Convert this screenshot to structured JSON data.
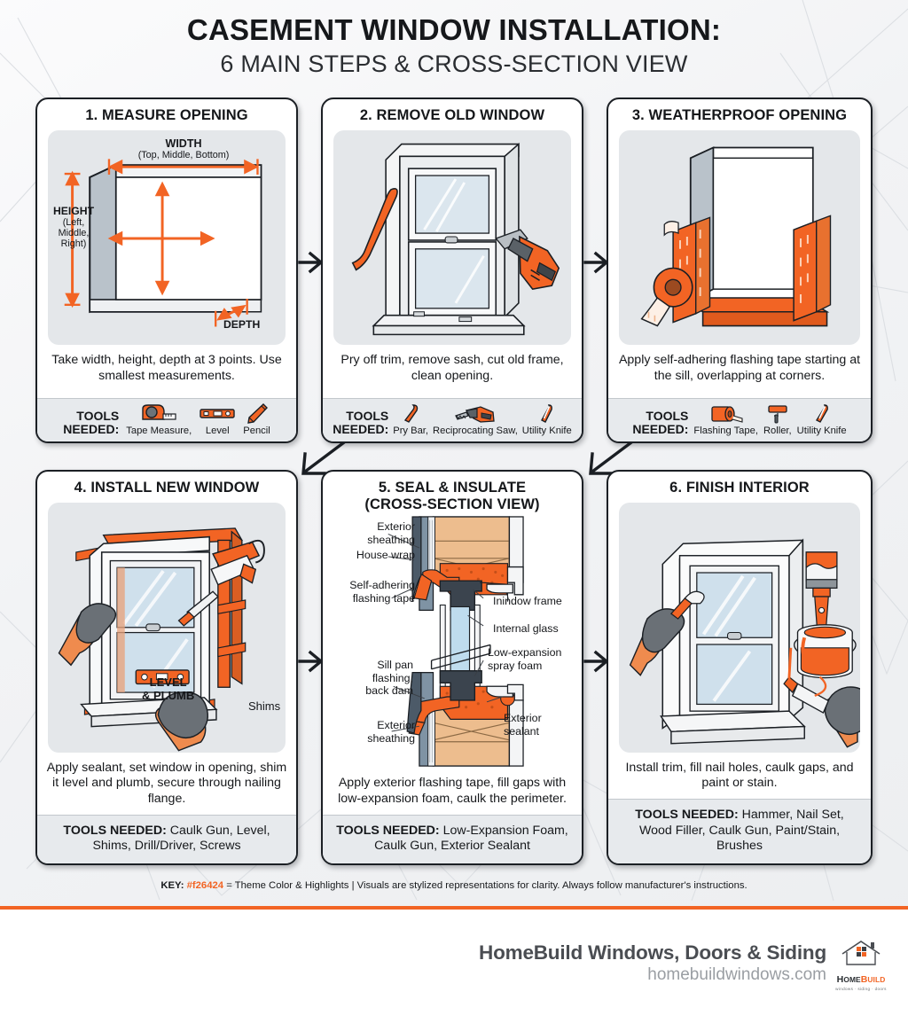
{
  "header": {
    "title": "CASEMENT WINDOW INSTALLATION:",
    "subtitle": "6 MAIN STEPS & CROSS-SECTION VIEW"
  },
  "theme": {
    "accent": "#f26424",
    "ink": "#15171a",
    "panel_bg": "#ffffff",
    "art_bg": "#e4e7ea",
    "tools_bg": "#e7eaed"
  },
  "tools_label": "TOOLS\nNEEDED:",
  "tools_inline_label": "TOOLS NEEDED:",
  "panels": [
    {
      "title": "1. MEASURE OPENING",
      "caption": "Take width, height, depth at 3 points. Use smallest measurements.",
      "tools": [
        {
          "name": "Tape Measure,",
          "icon": "tape-measure-icon"
        },
        {
          "name": "Level",
          "icon": "level-icon"
        },
        {
          "name": "Pencil",
          "icon": "pencil-icon"
        }
      ],
      "art_labels": {
        "width": "WIDTH",
        "width_sub": "(Top, Middle, Bottom)",
        "height": "HEIGHT",
        "height_sub": "(Left,\nMiddle,\nRight)",
        "depth": "DEPTH"
      }
    },
    {
      "title": "2. REMOVE OLD WINDOW",
      "caption": "Pry off trim, remove sash, cut old frame, clean opening.",
      "tools": [
        {
          "name": "Pry Bar,",
          "icon": "pry-bar-icon"
        },
        {
          "name": "Reciprocating Saw,",
          "icon": "reciprocating-saw-icon"
        },
        {
          "name": "Utility Knife",
          "icon": "utility-knife-icon"
        }
      ]
    },
    {
      "title": "3. WEATHERPROOF OPENING",
      "caption": "Apply self-adhering flashing tape starting at the sill, overlapping at corners.",
      "tools": [
        {
          "name": "Flashing Tape,",
          "icon": "flashing-tape-icon"
        },
        {
          "name": "Roller,",
          "icon": "roller-icon"
        },
        {
          "name": "Utility Knife",
          "icon": "utility-knife-icon"
        }
      ]
    },
    {
      "title": "4. INSTALL NEW WINDOW",
      "caption": "Apply sealant, set window in opening, shim it level and plumb, secure through nailing flange.",
      "tools_text": "Caulk Gun, Level, Shims, Drill/Driver, Screws",
      "art_labels": {
        "level_plumb": "LEVEL\n& PLUMB",
        "shims": "Shims"
      }
    },
    {
      "title_line1": "5. SEAL & INSULATE",
      "title_line2": "(CROSS-SECTION VIEW)",
      "caption": "Apply exterior flashing tape, fill gaps with low-expansion foam, caulk the perimeter.",
      "tools_text": "Low-Expansion Foam, Caulk Gun, Exterior Sealant",
      "cross_section_labels": [
        {
          "id": "exterior-sheathing-top",
          "text": "Exterior\nsheathing",
          "side": "left"
        },
        {
          "id": "house-wrap",
          "text": "House wrap",
          "side": "left"
        },
        {
          "id": "self-adhering-flashing-tape",
          "text": "Self-adhering\nflashing tape",
          "side": "left"
        },
        {
          "id": "window-frame",
          "text": "Inindow frame",
          "side": "right"
        },
        {
          "id": "internal-glass",
          "text": "Internal glass",
          "side": "right"
        },
        {
          "id": "low-expansion-spray-foam",
          "text": "Low-expansion\nspray foam",
          "side": "right"
        },
        {
          "id": "sill-pan-flashing-back-dam",
          "text": "Sill pan\nflashing,\nback dam",
          "side": "left"
        },
        {
          "id": "exterior-sheathing-bottom",
          "text": "Exterior\nsheathing",
          "side": "left"
        },
        {
          "id": "exterior-sealant",
          "text": "Exterior\nsealant",
          "side": "right"
        }
      ]
    },
    {
      "title": "6. FINISH INTERIOR",
      "caption": "Install trim, fill nail holes, caulk gaps, and paint or stain.",
      "tools_text": "Hammer, Nail Set, Wood Filler, Caulk Gun, Paint/Stain, Brushes"
    }
  ],
  "key": {
    "prefix": "KEY:",
    "color_code": "#f26424",
    "text": " = Theme Color & Highlights | Visuals are stylized representations for clarity. Always follow manufacturer's instructions."
  },
  "footer": {
    "brand_name": "HomeBuild Windows, Doors & Siding",
    "url": "homebuildwindows.com",
    "logo_text_1": "H",
    "logo_text_2": "OME",
    "logo_text_3": "B",
    "logo_text_4": "UILD",
    "logo_tagline": "windows · siding · doors"
  }
}
